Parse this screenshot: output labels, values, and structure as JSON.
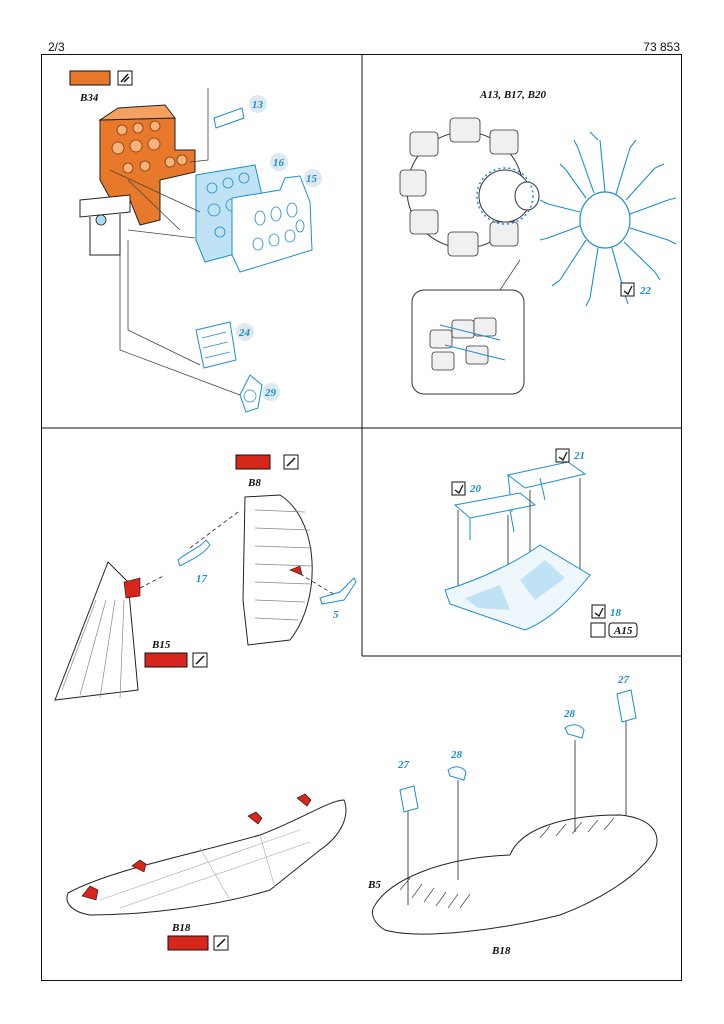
{
  "header": {
    "page": "2/3",
    "code": "73 853"
  },
  "colors": {
    "paint_orange": "#e8782a",
    "paint_red": "#d8261c",
    "etch_blue": "#1a8fd0",
    "etch_fill": "#bfe3f5"
  },
  "panel_instrument": {
    "paint_code": "B34",
    "parts": {
      "p13": "13",
      "p16": "16",
      "p15": "15",
      "p24": "24",
      "p29": "29"
    }
  },
  "panel_engine": {
    "callout": "A13, B17, B20",
    "part": "22"
  },
  "panel_tail": {
    "paint_rudder": "B8",
    "paint_fin": "B15",
    "parts": {
      "p17": "17",
      "p5": "5"
    }
  },
  "panel_canopy": {
    "parts": {
      "p21": "21",
      "p20": "20",
      "p18": "18"
    },
    "glue": "A15"
  },
  "panel_wings": {
    "paint_left": "B18",
    "paint_right_top": "B5",
    "paint_right_bottom": "B18",
    "parts": {
      "p27a": "27",
      "p28a": "28",
      "p28b": "28",
      "p27b": "27"
    }
  },
  "icons": [
    "paint-swatch-icon",
    "brush-icon",
    "bend-icon",
    "check-icon"
  ]
}
